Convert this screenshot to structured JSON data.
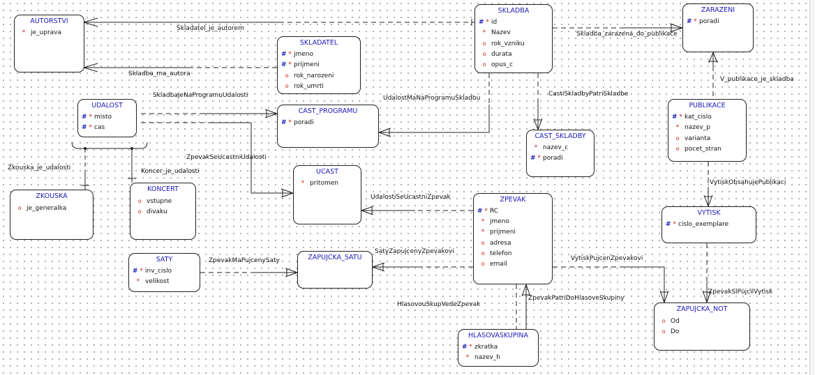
{
  "entities": {
    "autorstvi": {
      "title": "AUTORSTVI",
      "attrs": [
        {
          "mark": "*",
          "name": "je_uprava"
        }
      ]
    },
    "skladatel": {
      "title": "SKLADATEL",
      "attrs": [
        {
          "mark": "#*",
          "name": "jmeno"
        },
        {
          "mark": "#*",
          "name": "prijmeni"
        },
        {
          "mark": "o",
          "name": "rok_narozeni"
        },
        {
          "mark": "o",
          "name": "rok_umrti"
        }
      ]
    },
    "skladba": {
      "title": "SKLADBA",
      "attrs": [
        {
          "mark": "#*",
          "name": "id"
        },
        {
          "mark": "*",
          "name": "Nazev"
        },
        {
          "mark": "o",
          "name": "rok_vzniku"
        },
        {
          "mark": "o",
          "name": "durata"
        },
        {
          "mark": "o",
          "name": "opus_c"
        }
      ]
    },
    "zarazeni": {
      "title": "ZARAZENI",
      "attrs": [
        {
          "mark": "#*",
          "name": "poradi"
        }
      ]
    },
    "udalost": {
      "title": "UDALOST",
      "attrs": [
        {
          "mark": "#*",
          "name": "misto"
        },
        {
          "mark": "#*",
          "name": "cas"
        }
      ]
    },
    "cast_programu": {
      "title": "CAST_PROGRAMU",
      "attrs": [
        {
          "mark": "#*",
          "name": "poradi"
        }
      ]
    },
    "cast_skladby": {
      "title": "CAST_SKLADBY",
      "attrs": [
        {
          "mark": "*",
          "name": "nazev_c"
        },
        {
          "mark": "#*",
          "name": "poradi"
        }
      ]
    },
    "publikace": {
      "title": "PUBLIKACE",
      "attrs": [
        {
          "mark": "#*",
          "name": "kat_cislo"
        },
        {
          "mark": "*",
          "name": "nazev_p"
        },
        {
          "mark": "o",
          "name": "varianta"
        },
        {
          "mark": "o",
          "name": "pocet_stran"
        }
      ]
    },
    "zkouska": {
      "title": "ZKOUSKA",
      "attrs": [
        {
          "mark": "o",
          "name": "je_generalka"
        }
      ]
    },
    "koncert": {
      "title": "KONCERT",
      "attrs": [
        {
          "mark": "o",
          "name": "vstupne"
        },
        {
          "mark": "o",
          "name": "divaku"
        }
      ]
    },
    "ucast": {
      "title": "UCAST",
      "attrs": [
        {
          "mark": "*",
          "name": "pritomen"
        }
      ]
    },
    "zpevak": {
      "title": "ZPEVAK",
      "attrs": [
        {
          "mark": "#*",
          "name": "RC"
        },
        {
          "mark": "*",
          "name": "jmeno"
        },
        {
          "mark": "*",
          "name": "prijmeni"
        },
        {
          "mark": "o",
          "name": "adresa"
        },
        {
          "mark": "o",
          "name": "telefon"
        },
        {
          "mark": "o",
          "name": "email"
        }
      ]
    },
    "vytisk": {
      "title": "VYTISK",
      "attrs": [
        {
          "mark": "#*",
          "name": "cislo_exemplare"
        }
      ]
    },
    "saty": {
      "title": "SATY",
      "attrs": [
        {
          "mark": "#*",
          "name": "inv_cislo"
        },
        {
          "mark": "*",
          "name": "velikost"
        }
      ]
    },
    "zapujcka_satu": {
      "title": "ZAPUJCKA_SATU",
      "attrs": []
    },
    "zapujcka_not": {
      "title": "ZAPUJCKA_NOT",
      "attrs": [
        {
          "mark": "o",
          "name": "Od"
        },
        {
          "mark": "o",
          "name": "Do"
        }
      ]
    },
    "hlasovaskupina": {
      "title": "HLASOVASKUPINA",
      "attrs": [
        {
          "mark": "#*",
          "name": "zkratka"
        },
        {
          "mark": "*",
          "name": "nazev_h"
        }
      ]
    }
  },
  "relationships": {
    "skladatel_je_autorem": "Skladatel_je_autorem",
    "skladba_ma_autora": "Skladba_ma_autora",
    "skladba_zarazena_do_publikace": "Skladba_zarazena_do_publikace",
    "v_publikace_je_skladba": "V_publikace_je_skladba",
    "skladba_je_na_programu_udalosti": "SkladbaJeNaProgramuUdalosti",
    "udalost_ma_na_programu_skladbu": "UdalostMaNaProgramuSkladbu",
    "casti_skladby_patri_skladbe": "CastiSkladbyPatriSkladbe",
    "zpevak_se_ucastni_udalosti": "ZpevakSeUcastniUdalosti",
    "zkouska_je_udalosti": "Zkouska_je_udalosti",
    "koncer_je_udalosti": "Koncer_je_udalosti",
    "udalosti_se_ucastni_zpevak": "UdalostiSeUcastniZpevak",
    "vytisk_obsahuje_publikaci": "VytiskObsahujePublikaci",
    "zpevak_ma_pujceny_saty": "ZpevakMaPujcenySaty",
    "saty_zapujceny_zpevakovi": "SatyZapujcenyZpevakovi",
    "vytisk_pujcen_zpevakovi": "VytiskPujcenZpevakovi",
    "zpevak_si_pujcil_vytisk": "ZpevakSiPujcilVytisk",
    "hlasova_skup_vede_zpevak": "HlasovouSkupVedeZpevak",
    "zpevak_patri_do_hlasove_skupiny": "ZpevakPatriDoHlasoveSkupiny"
  },
  "colors": {
    "entity_title": "#1a1ab8",
    "primary_key_mark": "#1a1ab8",
    "mandatory_mark": "#c81a1a",
    "line": "#202020"
  }
}
